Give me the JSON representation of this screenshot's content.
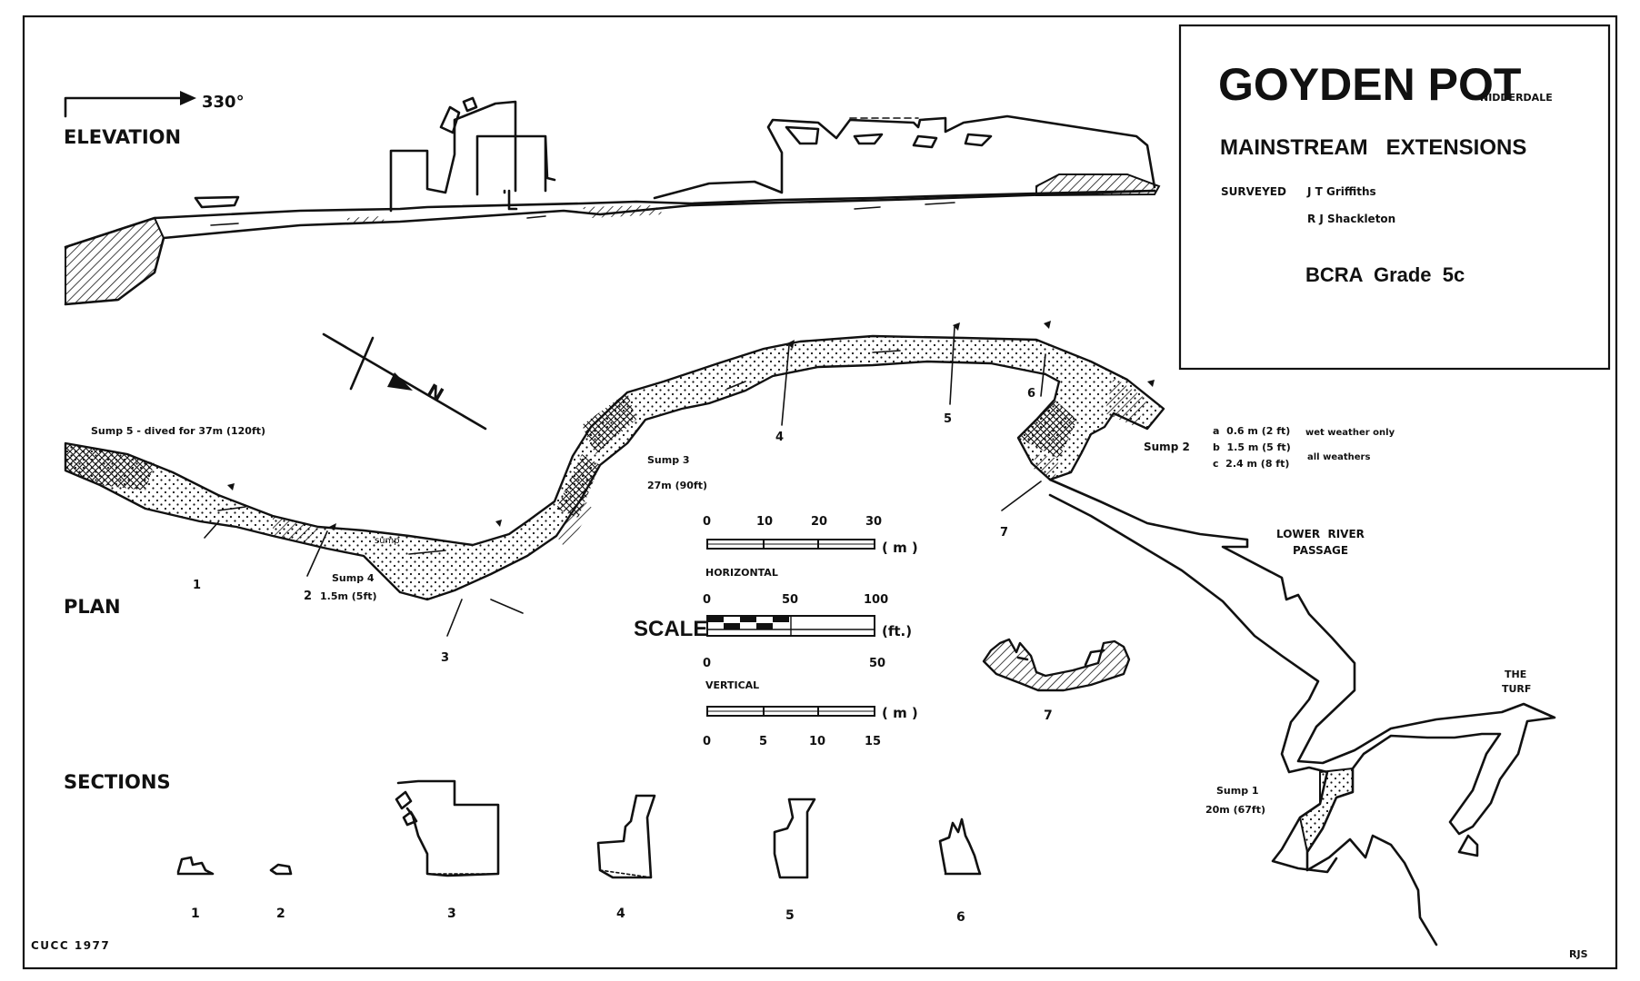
{
  "title": {
    "main": "GOYDEN POT",
    "region": "NIDDERDALE",
    "subtitle": "MAINSTREAM   EXTENSIONS",
    "surveyed_label": "SURVEYED",
    "surveyors": [
      "J T Griffiths",
      "R J Shackleton"
    ],
    "grade": "BCRA  Grade  5c"
  },
  "elevation": {
    "label": "ELEVATION",
    "bearing": "330°"
  },
  "plan": {
    "label": "PLAN",
    "north_label": "N",
    "sump5": "Sump 5 - dived for 37m (120ft)",
    "sump4_label": "Sump 4",
    "sump4_depth": "1.5m (5ft)",
    "sump_small": "sump",
    "sump3_label": "Sump 3",
    "sump3_length": "27m (90ft)",
    "sump2_label": "Sump 2",
    "sump2_items": [
      "a  0.6 m (2 ft)",
      "b  1.5 m (5 ft)",
      "c  2.4 m (8 ft)"
    ],
    "sump2_note_wet": "wet weather only",
    "sump2_note_all": "all weathers",
    "lower_river": [
      "LOWER  RIVER",
      "PASSAGE"
    ],
    "turf": [
      "THE",
      "TURF"
    ],
    "sump1_label": "Sump 1",
    "sump1_length": "20m (67ft)",
    "station_labels": [
      "1",
      "2",
      "3",
      "4",
      "5",
      "6",
      "7"
    ]
  },
  "scale": {
    "label": "SCALE",
    "horizontal_label": "HORIZONTAL",
    "vertical_label": "VERTICAL",
    "m_unit": "( m )",
    "ft_unit": "(ft.)",
    "h_m_ticks": [
      "0",
      "10",
      "20",
      "30"
    ],
    "h_ft_ticks": [
      "0",
      "50",
      "100"
    ],
    "v_ft_ticks": [
      "0",
      "50"
    ],
    "v_m_ticks": [
      "0",
      "5",
      "10",
      "15"
    ]
  },
  "sections": {
    "label": "SECTIONS",
    "numbers": [
      "1",
      "2",
      "3",
      "4",
      "5",
      "6",
      "7"
    ]
  },
  "credits": {
    "club": "CUCC 1977",
    "initials": "RJS"
  },
  "colors": {
    "ink": "#111111",
    "paper": "#ffffff"
  }
}
